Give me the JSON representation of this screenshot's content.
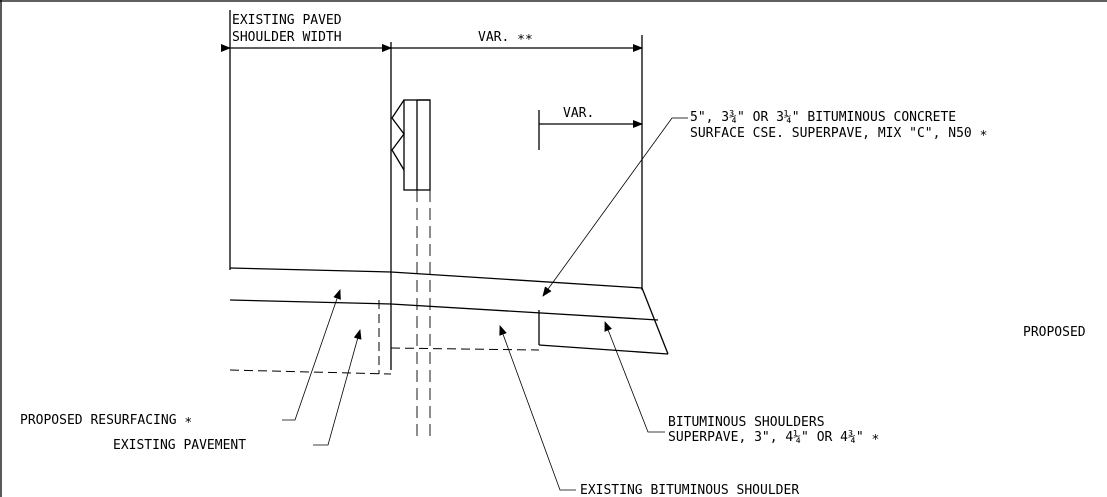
{
  "labels": {
    "existing_paved_line1": "EXISTING PAVED",
    "existing_paved_line2": "SHOULDER WIDTH",
    "var_top": "VAR. ∗∗",
    "var_small": "VAR.",
    "surface_line1": "5\", 3¾\" OR 3¼\" BITUMINOUS CONCRETE",
    "surface_line2": "SURFACE CSE. SUPERPAVE, MIX \"C\", N50 ∗",
    "proposed_right": "PROPOSED",
    "proposed_resurfacing": "PROPOSED RESURFACING ∗",
    "existing_pavement": "EXISTING PAVEMENT",
    "bituminous_shoulders_line1": "BITUMINOUS SHOULDERS",
    "bituminous_shoulders_line2": "SUPERPAVE, 3\", 4¼\" OR 4¾\" ∗",
    "existing_bituminous_shoulder": "EXISTING BITUMINOUS SHOULDER"
  },
  "colors": {
    "line": "#000000",
    "background": "#ffffff"
  }
}
